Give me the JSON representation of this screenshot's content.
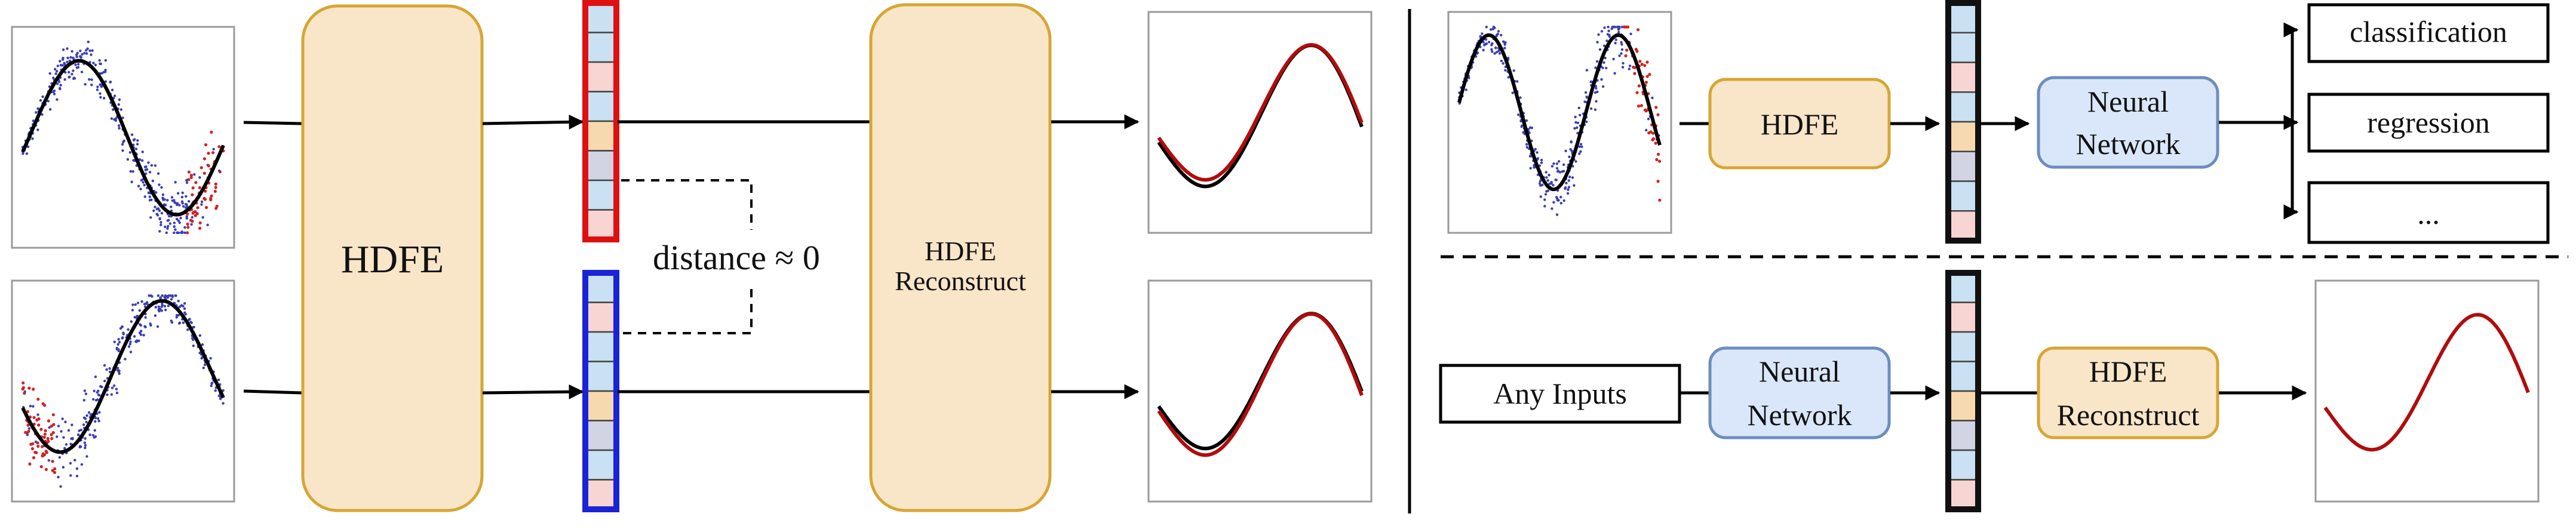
{
  "labels": {
    "hdfe_encoder": "HDFE",
    "hdfe_reconstruct_line1": "HDFE",
    "hdfe_reconstruct_line2": "Reconstruct",
    "distance": "distance ≈ 0",
    "right_hdfe": "HDFE",
    "neural_network_line1": "Neural",
    "neural_network_line2": "Network",
    "classification": "classification",
    "regression": "regression",
    "ellipsis": "...",
    "any_inputs": "Any Inputs",
    "nn2_line1": "Neural",
    "nn2_line2": "Network",
    "recon2_line1": "HDFE",
    "recon2_line2": "Reconstruct"
  },
  "colors": {
    "hdfe_fill": "#f9e5c8",
    "hdfe_stroke": "#d6a634",
    "nn_fill": "#dae7fa",
    "nn_stroke": "#6c8ebf",
    "vector_red_border": "#dd1111",
    "vector_blue_border": "#1a24d6",
    "vector_black_border": "#111111",
    "cell_blue": "#c9e1f2",
    "cell_pink": "#f8d5d2",
    "cell_orange": "#f7d9b0",
    "cell_gray": "#d2d4e4",
    "curve_black": "#000000",
    "curve_red": "#b10c0c",
    "scatter_blue": "#3a3fb5",
    "scatter_red": "#d22222"
  },
  "vector_cells": {
    "red_vector": [
      "blue",
      "blue",
      "pink",
      "blue",
      "orange",
      "gray",
      "blue",
      "pink"
    ],
    "blue_vector": [
      "blue",
      "pink",
      "blue",
      "blue",
      "orange",
      "gray",
      "blue",
      "pink"
    ],
    "black_vector_top": [
      "blue",
      "blue",
      "pink",
      "blue",
      "orange",
      "gray",
      "blue",
      "pink"
    ],
    "black_vector_bottom": [
      "blue",
      "pink",
      "blue",
      "blue",
      "orange",
      "gray",
      "blue",
      "pink"
    ]
  }
}
